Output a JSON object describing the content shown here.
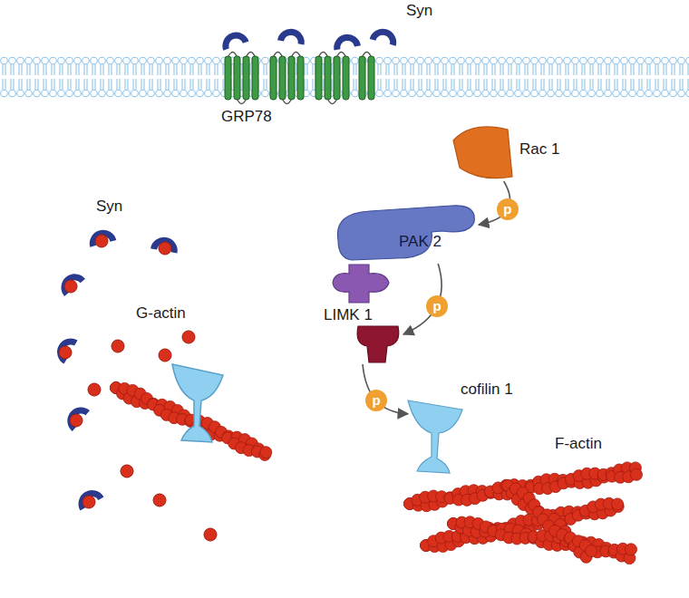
{
  "diagram": {
    "nodes": [
      {
        "text": [
          "Rac 1"
        ]
      },
      {
        "text": [
          "PAK 2"
        ]
      },
      {
        "text": [
          "LIMK 1"
        ]
      },
      {
        "text": [
          "cofilin 1"
        ]
      }
    ],
    "edges": [
      {
        "from": 0,
        "to": 1,
        "arrow": "to",
        "label": "p"
      },
      {
        "from": 1,
        "to": 2,
        "arrow": "to",
        "label": "p"
      },
      {
        "from": 2,
        "to": 3,
        "arrow": "to",
        "label": "p"
      }
    ],
    "labels": [
      "Syn",
      "GRP78",
      "Syn",
      "G-actin",
      "F-actin"
    ]
  }
}
